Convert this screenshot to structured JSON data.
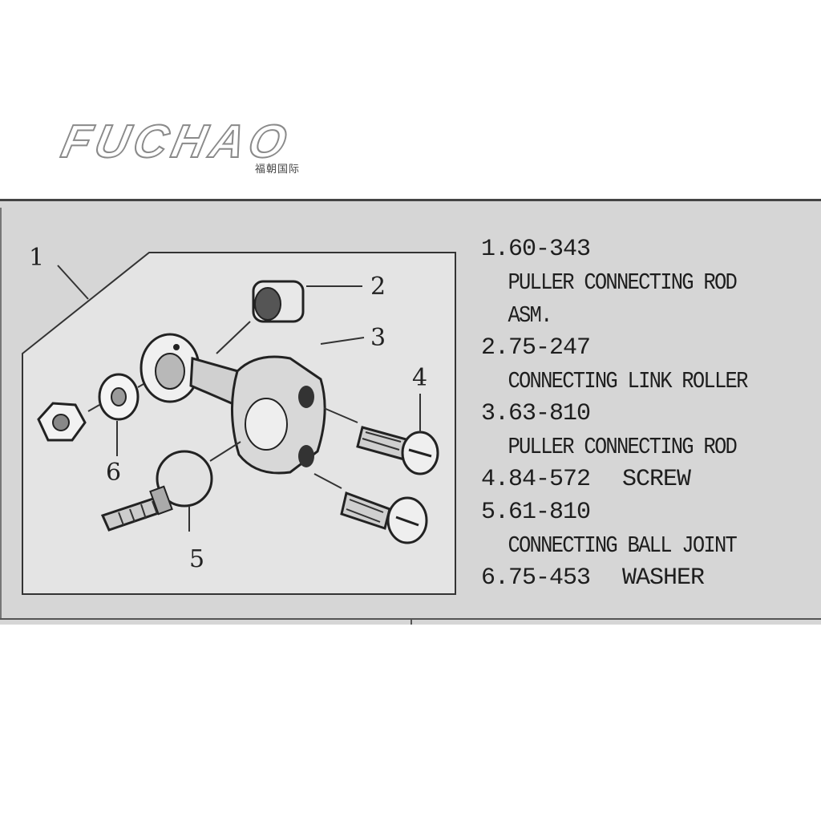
{
  "logo": {
    "text": "FUCHAO",
    "subtitle": "福朝国际"
  },
  "diagram": {
    "callouts": [
      "1",
      "2",
      "3",
      "4",
      "5",
      "6"
    ]
  },
  "parts": [
    {
      "number": "1.60-343",
      "name_lines": [
        "PULLER CONNECTING ROD",
        "ASM."
      ]
    },
    {
      "number": "2.75-247",
      "name_lines": [
        "CONNECTING LINK ROLLER"
      ]
    },
    {
      "number": "3.63-810",
      "name_lines": [
        "PULLER CONNECTING ROD"
      ]
    },
    {
      "number": "4.84-572",
      "inline_name": "SCREW"
    },
    {
      "number": "5.61-810",
      "name_lines": [
        "CONNECTING BALL JOINT"
      ]
    },
    {
      "number": "6.75-453",
      "inline_name": "WASHER"
    }
  ]
}
